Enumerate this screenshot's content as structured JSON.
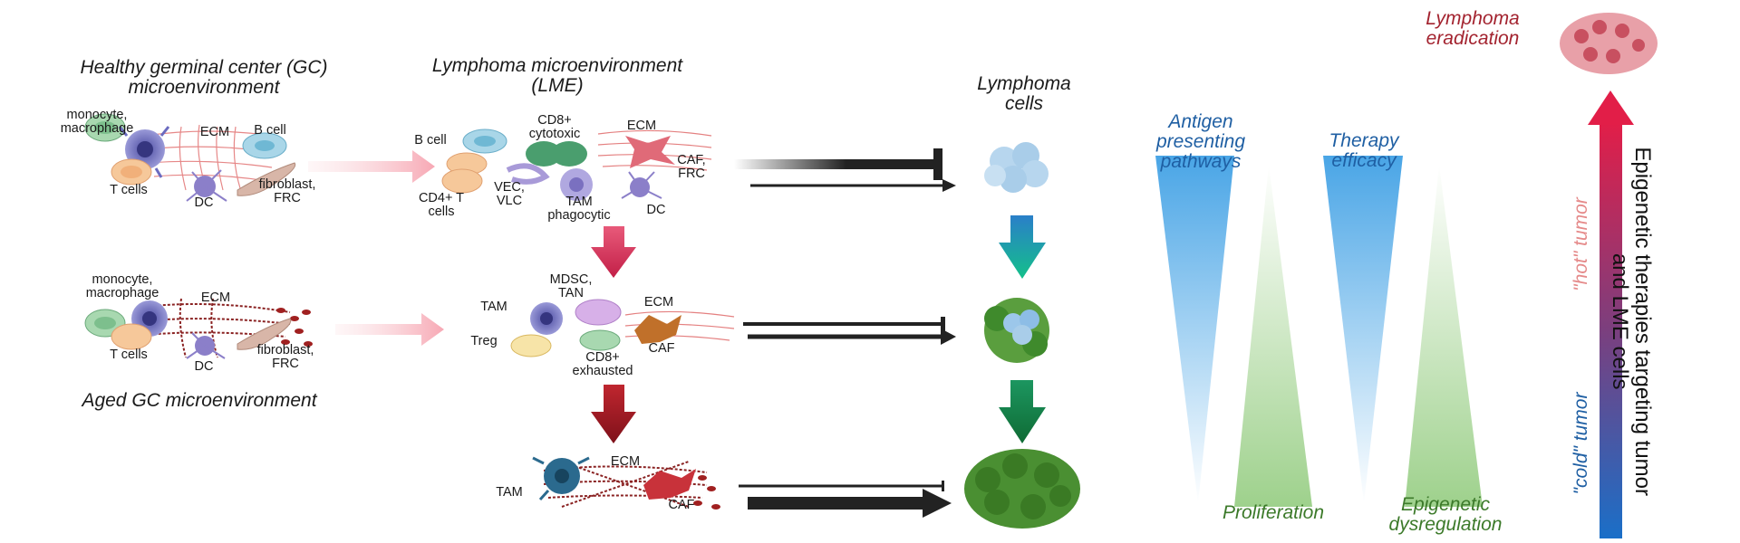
{
  "colors": {
    "antigen_wedge": "#4aa6e6",
    "green_wedge": "#9fd28e",
    "arrow_red": "#d42a46",
    "arrow_blue": "#1f6fc4",
    "heading_blue": "#1f5fa3",
    "heading_red": "#a3232f",
    "heading_green": "#3c7a2a"
  },
  "headings": {
    "healthy": [
      "Healthy germinal center (GC)",
      "microenvironment"
    ],
    "lme": [
      "Lymphoma microenvironment",
      "(LME)"
    ],
    "lymphoma_cells": [
      "Lymphoma",
      "cells"
    ],
    "aged": "Aged GC microenvironment"
  },
  "healthy_panel": {
    "monocyte": [
      "monocyte,",
      "macrophage"
    ],
    "ecm": "ECM",
    "b_cell": "B cell",
    "t_cells": "T cells",
    "dc": "DC",
    "fibroblast": [
      "fibroblast,",
      "FRC"
    ]
  },
  "aged_panel": {
    "monocyte": [
      "monocyte,",
      "macrophage"
    ],
    "ecm": "ECM",
    "t_cells": "T cells",
    "dc": "DC",
    "fibroblast": [
      "fibroblast,",
      "FRC"
    ]
  },
  "lme_top": {
    "b_cell": "B cell",
    "cd8": [
      "CD8+",
      "cytotoxic"
    ],
    "ecm": "ECM",
    "caf": [
      "CAF,",
      "FRC"
    ],
    "cd4": [
      "CD4+ T",
      "cells"
    ],
    "vec": [
      "VEC,",
      "VLC"
    ],
    "tam": [
      "TAM",
      "phagocytic"
    ],
    "dc": "DC"
  },
  "lme_mid": {
    "mdsc": [
      "MDSC,",
      "TAN"
    ],
    "tam": "TAM",
    "ecm": "ECM",
    "treg": "Treg",
    "cd8": [
      "CD8+",
      "exhausted"
    ],
    "caf": "CAF"
  },
  "lme_bottom": {
    "ecm": "ECM",
    "tam": "TAM",
    "caf": "CAF"
  },
  "right_panel": {
    "antigen": [
      "Antigen",
      "presenting",
      "pathways"
    ],
    "therapy": [
      "Therapy",
      "efficacy"
    ],
    "proliferation": "Proliferation",
    "epigenetic": [
      "Epigenetic",
      "dysregulation"
    ],
    "eradication": [
      "Lymphoma",
      "eradication"
    ],
    "hot": "\"hot\" tumor",
    "cold": "\"cold\" tumor",
    "side_title": [
      "Epigenetic therapies targeting tumor",
      "and LME cells"
    ]
  }
}
